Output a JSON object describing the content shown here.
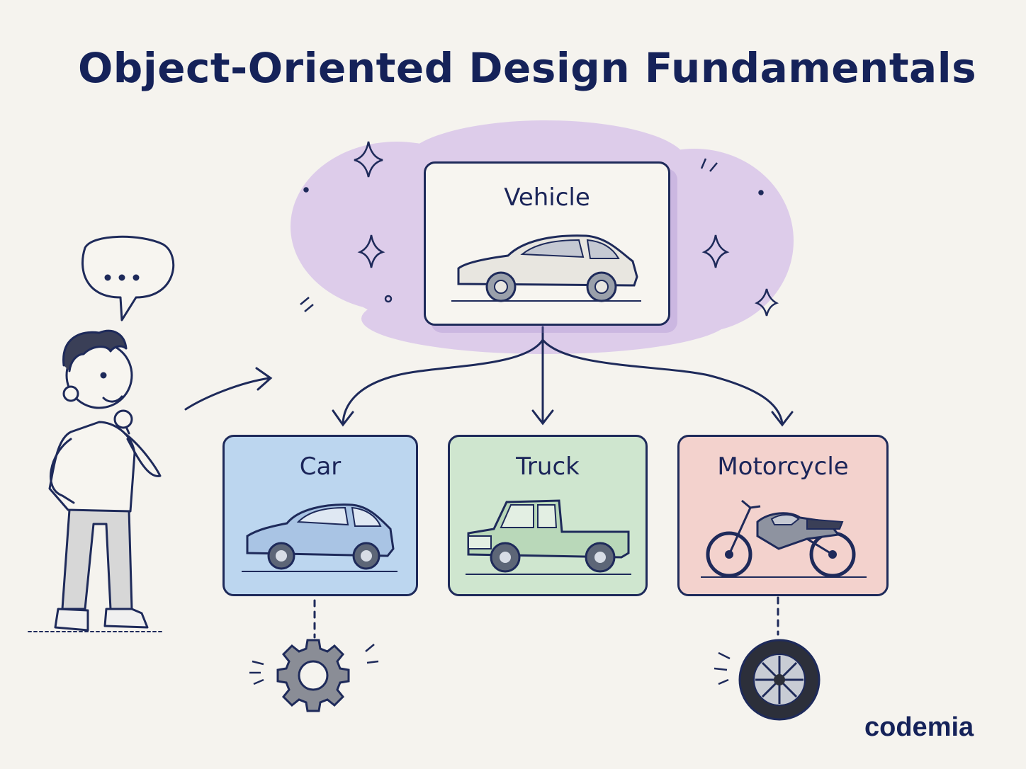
{
  "title": "Object-Oriented Design Fundamentals",
  "brand": "codemia",
  "diagram": {
    "parent": {
      "label": "Vehicle",
      "icon": "sedan-icon"
    },
    "children": [
      {
        "label": "Car",
        "icon": "car-icon",
        "attached_icon": "gear-icon"
      },
      {
        "label": "Truck",
        "icon": "pickup-truck-icon"
      },
      {
        "label": "Motorcycle",
        "icon": "motorcycle-icon",
        "attached_icon": "tire-icon"
      }
    ],
    "thinker": {
      "speech": "..."
    }
  },
  "colors": {
    "ink": "#1e2a5a",
    "cloud": "#d9c6ea",
    "car_fill": "#bcd6ef",
    "truck_fill": "#cfe6cf",
    "moto_fill": "#f3d2cd"
  }
}
